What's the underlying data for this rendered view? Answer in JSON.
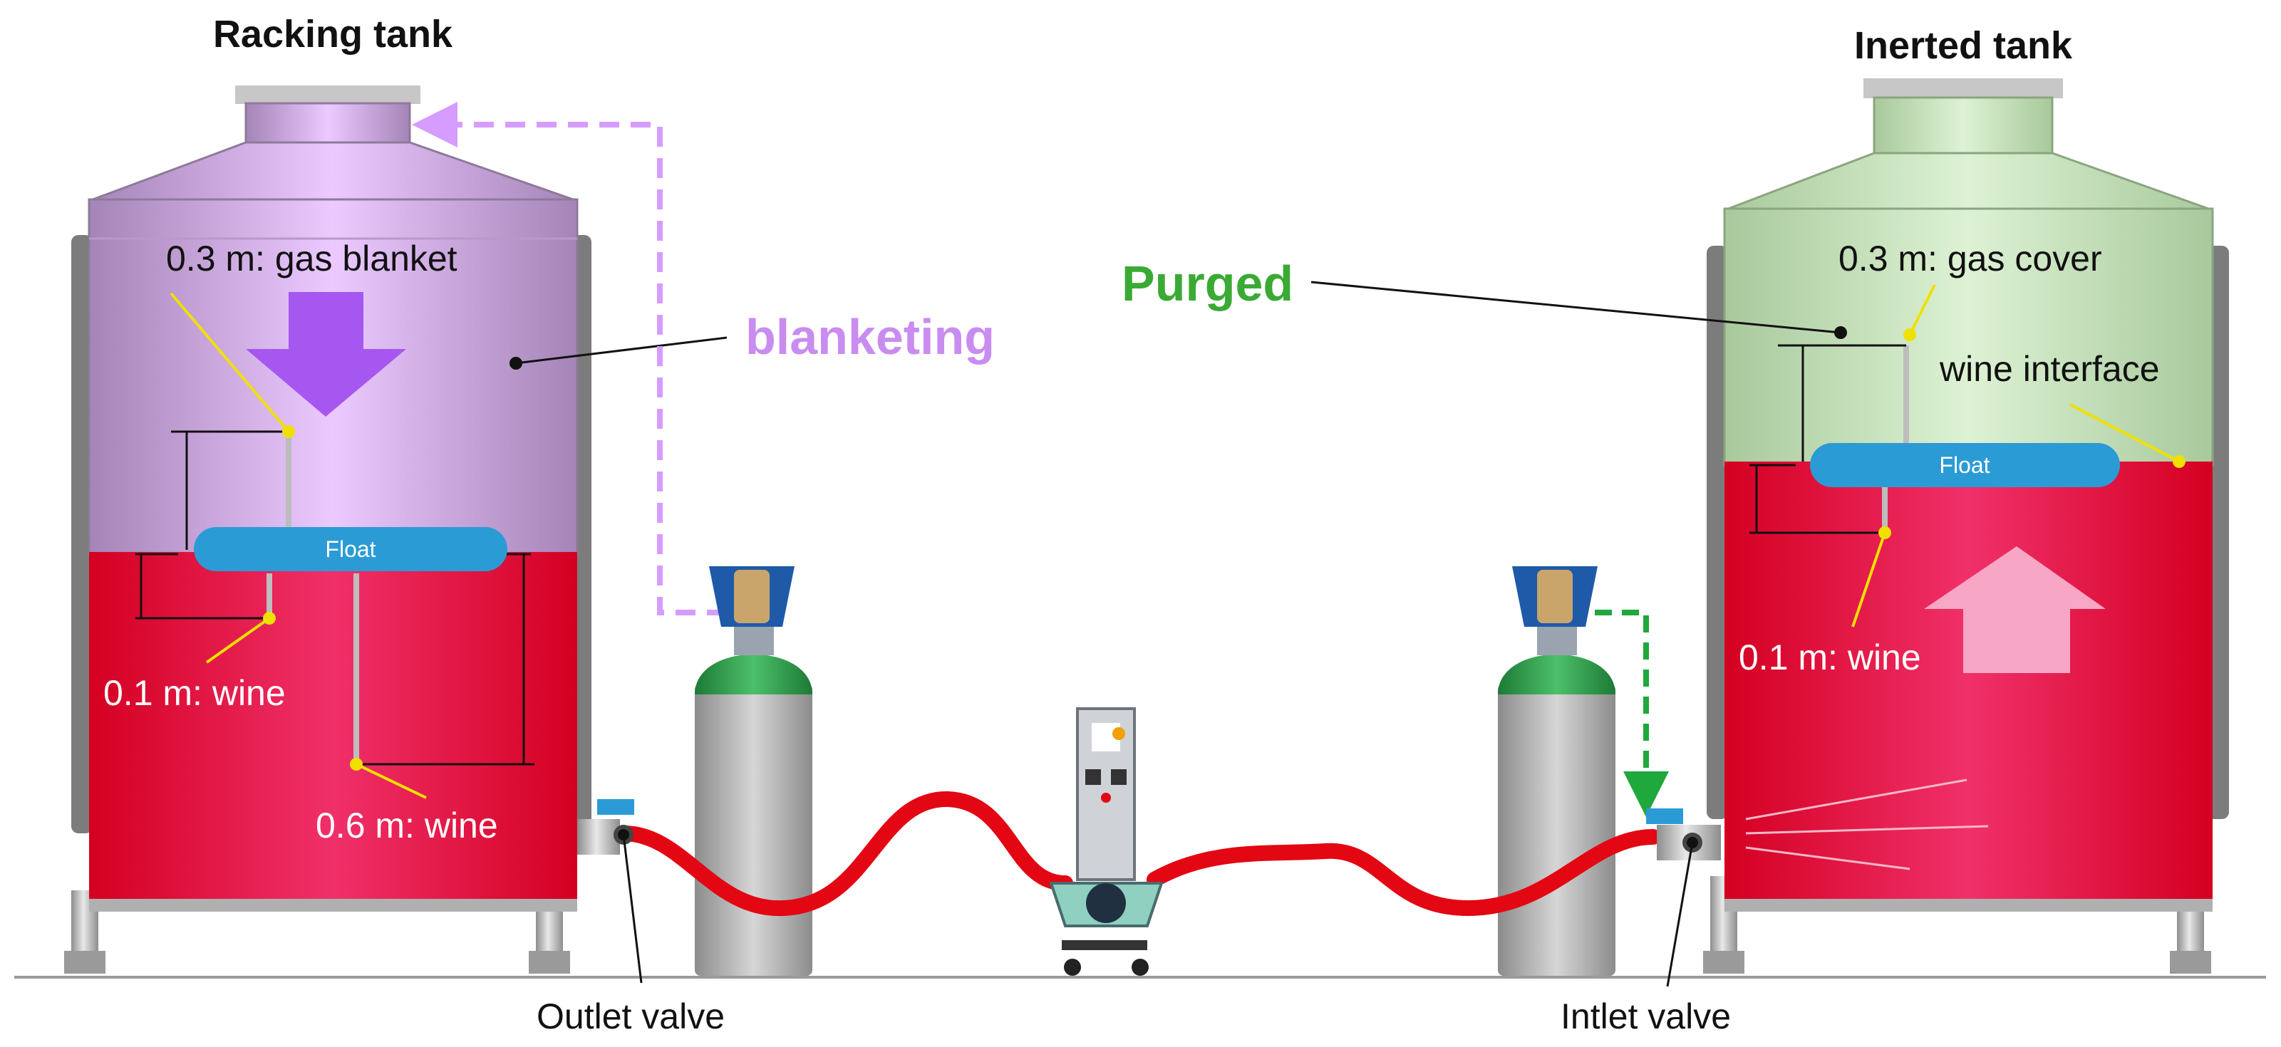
{
  "tanks": {
    "racking": {
      "title": "Racking tank",
      "float_label": "Float",
      "gas_label": "0.3 m: gas blanket",
      "wine_small_label": "0.1 m: wine",
      "wine_deep_label": "0.6 m: wine",
      "action_label": "blanketing"
    },
    "inerted": {
      "title": "Inerted tank",
      "float_label": "Float",
      "gas_label": "0.3 m: gas cover",
      "interface_label": "wine interface",
      "wine_small_label": "0.1 m: wine",
      "state_label": "Purged"
    }
  },
  "valves": {
    "outlet_label": "Outlet valve",
    "inlet_label": "Intlet valve"
  },
  "colors": {
    "blanket_gas": "#d7b3f4",
    "cover_gas": "#c9e6bf",
    "wine": "#e0124a",
    "float": "#2b9bd6",
    "hose": "#e30613",
    "cylinder_cap": "#1f5aa8",
    "cylinder_top": "#2e9b47",
    "purged_text": "#3aaa35",
    "blanketing_text": "#c98cf0",
    "leader_dot": "#f0e000"
  }
}
